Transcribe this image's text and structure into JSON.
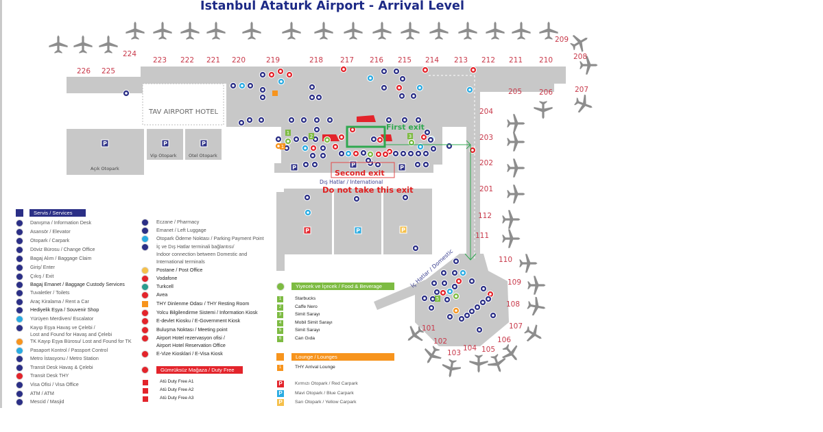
{
  "title": "Istanbul Ataturk Airport - Arrival Level",
  "colors": {
    "navy": "#2b2f86",
    "red": "#e3242b",
    "green": "#7dbb42",
    "orange": "#f7941d",
    "cyan": "#29abe2",
    "map_gray": "#c8c8c8",
    "gate_text": "#c8394a",
    "exit_ok": "#2fa84f",
    "exit_bad": "#e02020"
  },
  "gates": [
    "226",
    "225",
    "224",
    "223",
    "222",
    "221",
    "220",
    "219",
    "218",
    "217",
    "216",
    "215",
    "214",
    "213",
    "212",
    "211",
    "210",
    "209",
    "208",
    "207",
    "206",
    "205",
    "204",
    "203",
    "202",
    "201",
    "112",
    "111",
    "110",
    "109",
    "108",
    "107",
    "106",
    "105",
    "104",
    "103",
    "102",
    "101"
  ],
  "areas": {
    "hotel": "TAV AIRPORT HOTEL",
    "open_carpark": "Açık Otopark",
    "vip_carpark": "Vip Otopark",
    "hotel_carpark": "Otel Otopark",
    "international": "Dış Hatlar / International",
    "domestic": "İç Hatlar / Domestic"
  },
  "annotations": {
    "first_exit": "First exit",
    "second_exit": "Second exit",
    "warning": "Do not take this exit"
  },
  "legend_services": {
    "header": "Servis / Services",
    "items": [
      {
        "icon": "information-desk-icon",
        "label": "Danışma / Information Desk"
      },
      {
        "icon": "elevator-icon",
        "label": "Asansör / Elevator"
      },
      {
        "icon": "carpark-icon",
        "label": "Otopark / Carpark"
      },
      {
        "icon": "change-office-icon",
        "label": "Döviz Bürosu / Change Office"
      },
      {
        "icon": "baggage-claim-icon",
        "label": "Bagaj Alım / Baggage Claim"
      },
      {
        "icon": "enter-icon",
        "label": "Giriş/ Enter"
      },
      {
        "icon": "exit-icon",
        "label": "Çıkış / Exit"
      },
      {
        "icon": "baggage-custody-icon",
        "label": "Bagaj Emanet / Baggage Custody Services"
      },
      {
        "icon": "toilets-icon",
        "label": "Tuvaletler / Toilets"
      },
      {
        "icon": "rent-a-car-icon",
        "label": "Araç Kiralama / Rent a Car"
      },
      {
        "icon": "souvenir-shop-icon",
        "label": "Hediyelik Eşya / Souvenir Shop"
      },
      {
        "icon": "escalator-icon",
        "label": "Yürüyen Merdiven/ Escalator"
      },
      {
        "icon": "lost-found-icon",
        "label": "Kayıp Eşya Havaş ve Çelebi /",
        "label2": "Lost and Found for Havaş and Çelebi"
      },
      {
        "icon": "lost-found-tk-icon",
        "label": "TK Kayıp Eşya Bürosu/ Lost and Found for TK"
      },
      {
        "icon": "passport-control-icon",
        "label": "Pasaport Kontrol / Passport Control"
      },
      {
        "icon": "metro-station-icon",
        "label": "Metro İstasyonu / Metro Station"
      },
      {
        "icon": "transit-desk-havas-icon",
        "label": "Transit Desk Havaş & Çelebi"
      },
      {
        "icon": "transit-desk-thy-icon",
        "label": "Transit Desk THY"
      },
      {
        "icon": "visa-office-icon",
        "label": "Visa Ofisi / Visa Office"
      },
      {
        "icon": "atm-icon",
        "label": "ATM / ATM"
      },
      {
        "icon": "masjid-icon",
        "label": "Mescid / Masjid"
      }
    ]
  },
  "legend_more": {
    "items": [
      {
        "icon": "pharmacy-icon",
        "label": "Eczane / Pharmacy"
      },
      {
        "icon": "left-luggage-icon",
        "label": "Emanet / Left Luggage"
      },
      {
        "icon": "parking-payment-icon",
        "label": "Otopark Ödeme Noktası / Parking Payment Point"
      },
      {
        "icon": "terminal-connection-icon",
        "label": "İç ve Dış Hatlar terminali bağlantısı/",
        "label2": "Indoor connection between Domestic and",
        "label3": "International terminals"
      },
      {
        "icon": "post-office-icon",
        "label": "Postane / Post Office"
      },
      {
        "icon": "vodafone-icon",
        "label": "Vodafone"
      },
      {
        "icon": "turkcell-icon",
        "label": "Turkcell"
      },
      {
        "icon": "avea-icon",
        "label": "Avea"
      },
      {
        "icon": "resting-room-icon",
        "label": "THY Dinlenme Odası / THY Resting Room"
      },
      {
        "icon": "information-kiosk-icon",
        "label": "Yolcu Bilgilendirme Sistemi / Information Kiosk"
      },
      {
        "icon": "e-government-kiosk-icon",
        "label": "E-devlet Kiosku / E-Government Kiosk"
      },
      {
        "icon": "meeting-point-icon",
        "label": "Buluşma Noktası / Meeting point"
      },
      {
        "icon": "hotel-reservation-icon",
        "label": "Airport Hotel rezervasyon ofisi /",
        "label2": "Airport Hotel Reservation Office"
      },
      {
        "icon": "e-visa-kiosk-icon",
        "label": "E-Vize Kiosklari / E-Visa Kiosk"
      }
    ],
    "duty_free_header": "Gümrüksüz Mağaza / Duty Free",
    "duty_free": [
      "Atü Duty Free A1",
      "Atü Duty Free A2",
      "Atü Duty Free A3"
    ]
  },
  "legend_food": {
    "header": "Yiyecek ve İçecek / Food &  Beverage",
    "items": [
      {
        "num": "1",
        "label": "Starbucks"
      },
      {
        "num": "2",
        "label": "Caffe Nero"
      },
      {
        "num": "3",
        "label": "Simit Sarayı"
      },
      {
        "num": "4",
        "label": "Mobil Simit Sarayı"
      },
      {
        "num": "5",
        "label": "Simit Sarayı"
      },
      {
        "num": "6",
        "label": "Can Gıda"
      }
    ],
    "lounge_header": "Lounge / Lounges",
    "lounges": [
      {
        "num": "1",
        "label": "THY Arrival Lounge"
      }
    ],
    "carparks": [
      {
        "color": "#e3242b",
        "label": "Kırmızı Otopark / Red Carpark"
      },
      {
        "color": "#29abe2",
        "label": "Mavi Otopark / Blue Carpark"
      },
      {
        "color": "#f5c04a",
        "label": "Sarı Otopark / Yellow Carpark"
      }
    ]
  }
}
